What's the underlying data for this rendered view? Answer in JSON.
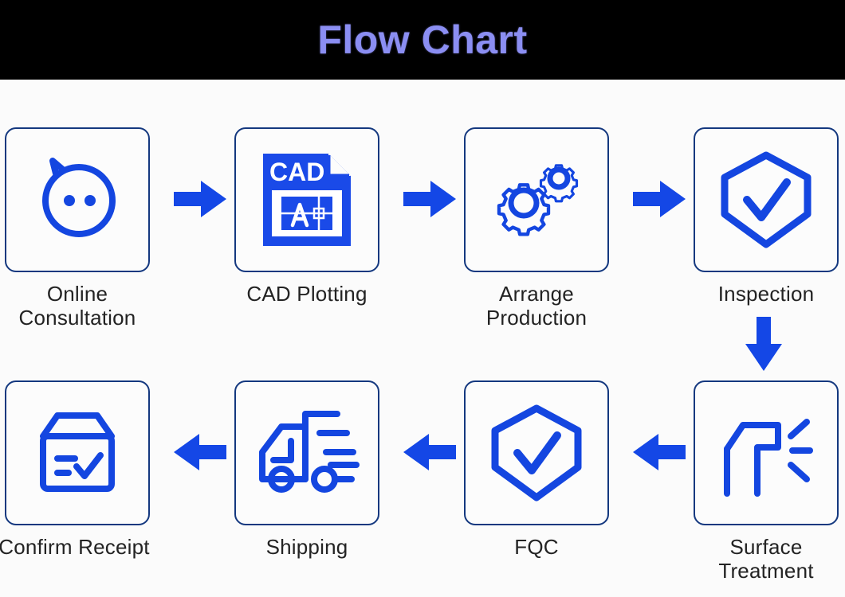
{
  "header": {
    "title": "Flow Chart",
    "title_color": "#8b8ef2",
    "banner_color": "#000000"
  },
  "theme": {
    "background": "#fbfbfb",
    "card_border": "#14387f",
    "card_fill": "#fcfcfc",
    "icon_blue": "#1446e0",
    "arrow_blue": "#1447e6",
    "label_color": "#232323"
  },
  "flow": {
    "row1": [
      {
        "id": "online-consultation",
        "label": "Online\nConsultation",
        "icon": "speech-bubble-chat-icon"
      },
      {
        "id": "cad-plotting",
        "label": "CAD Plotting",
        "icon": "cad-document-icon",
        "icon_text": "CAD",
        "icon_inner_text": "A"
      },
      {
        "id": "arrange-production",
        "label": "Arrange\nProduction",
        "icon": "gears-icon"
      },
      {
        "id": "inspection",
        "label": "Inspection",
        "icon": "shield-check-icon"
      }
    ],
    "row2": [
      {
        "id": "confirm-receipt",
        "label": "Confirm Receipt",
        "icon": "package-box-check-icon"
      },
      {
        "id": "shipping",
        "label": "Shipping",
        "icon": "delivery-truck-icon"
      },
      {
        "id": "fqc",
        "label": "FQC",
        "icon": "shield-check-icon"
      },
      {
        "id": "surface-treatment",
        "label": "Surface\nTreatment",
        "icon": "spray-gun-icon"
      }
    ],
    "connectors": [
      {
        "id": "arrow-consultation-to-cad",
        "direction": "right"
      },
      {
        "id": "arrow-cad-to-production",
        "direction": "right"
      },
      {
        "id": "arrow-production-to-inspection",
        "direction": "right"
      },
      {
        "id": "arrow-inspection-to-surface",
        "direction": "down"
      },
      {
        "id": "arrow-surface-to-fqc",
        "direction": "left"
      },
      {
        "id": "arrow-fqc-to-shipping",
        "direction": "left"
      },
      {
        "id": "arrow-shipping-to-receipt",
        "direction": "left"
      }
    ]
  }
}
